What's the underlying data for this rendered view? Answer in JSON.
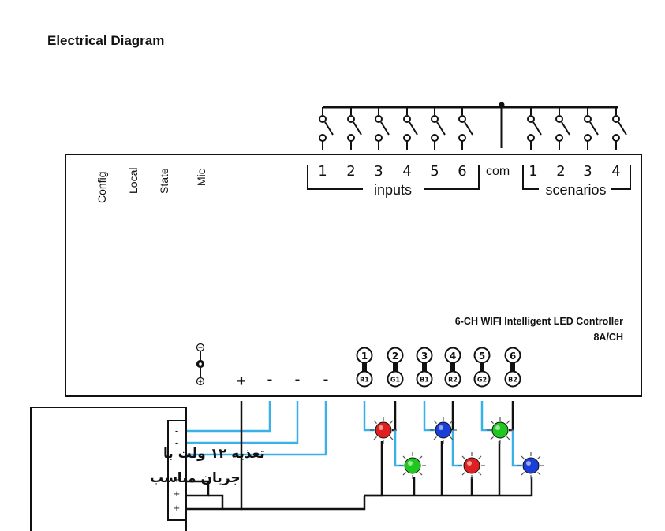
{
  "title": "Electrical Diagram",
  "status_labels": [
    "Config",
    "Local",
    "State",
    "Mic"
  ],
  "inputs": {
    "numbers": [
      "1",
      "2",
      "3",
      "4",
      "5",
      "6"
    ],
    "label": "inputs"
  },
  "com_label": "com",
  "scenarios": {
    "numbers": [
      "1",
      "2",
      "3",
      "4"
    ],
    "label": "scenarios"
  },
  "controller": {
    "name": "6-CH WIFI Intelligent LED Controller",
    "rating": "8A/CH"
  },
  "power_terminals": [
    "+",
    "-",
    "-",
    "-"
  ],
  "channels": [
    {
      "num": "1",
      "code": "R1"
    },
    {
      "num": "2",
      "code": "G1"
    },
    {
      "num": "3",
      "code": "B1"
    },
    {
      "num": "4",
      "code": "R2"
    },
    {
      "num": "5",
      "code": "G2"
    },
    {
      "num": "6",
      "code": "B2"
    }
  ],
  "supply": {
    "line1": "تغذیه ۱۲ ولت با",
    "line2": "جریان مناسب",
    "terminals": [
      "-",
      "-",
      "-",
      "+",
      "+",
      "+"
    ]
  },
  "colors": {
    "wire_blue": "#3ab0e8",
    "wire_black": "#111111",
    "led_red": "#e02020",
    "led_green": "#1fc81f",
    "led_blue": "#1a3fd6"
  }
}
